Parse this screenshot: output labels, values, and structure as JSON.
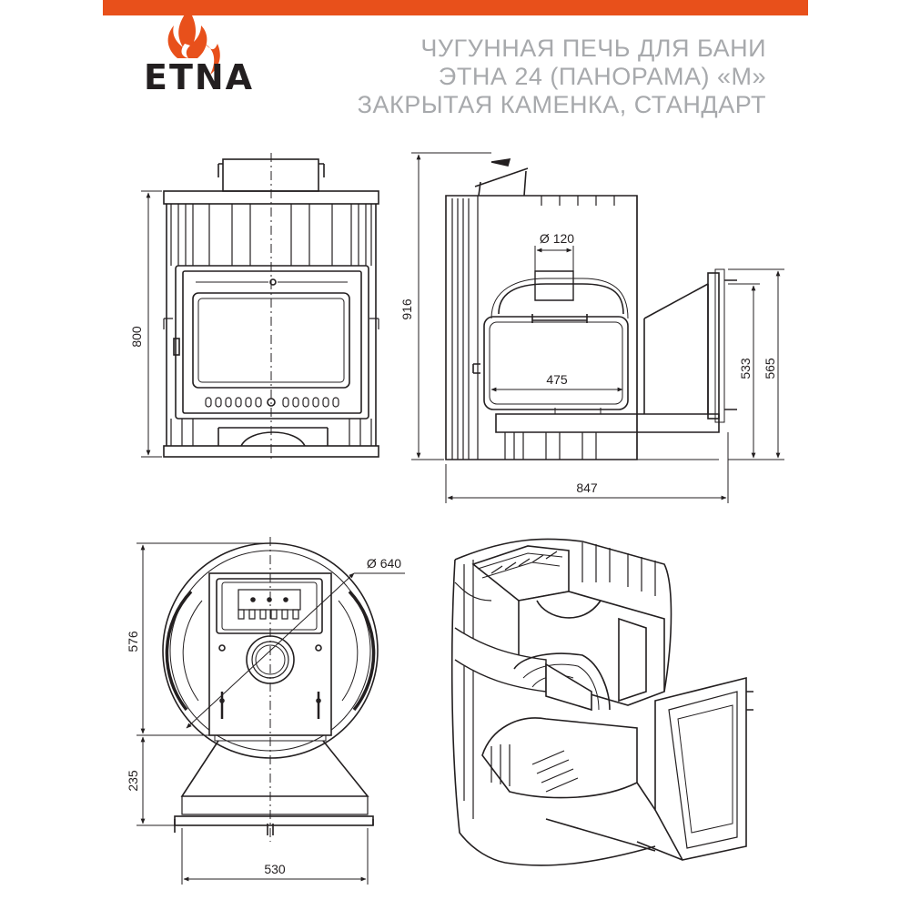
{
  "brand": {
    "name": "ETNA",
    "accent_color": "#e8501b",
    "text_color": "#231f20"
  },
  "title": {
    "line1": "ЧУГУННАЯ ПЕЧЬ ДЛЯ БАНИ",
    "line2": "ЭТНА 24 (ПАНОРАМА) «М»",
    "line3": "ЗАКРЫТАЯ КАМЕНКА, СТАНДАРТ",
    "color": "#a7a9ac"
  },
  "dimensions": {
    "front_height": "800",
    "side_height": "916",
    "chimney_diameter": "Ø 120",
    "body_width": "475",
    "door_height_inner": "533",
    "door_height_outer": "565",
    "side_depth": "847",
    "top_diameter": "Ø 640",
    "top_depth": "576",
    "tunnel_depth": "235",
    "tunnel_width": "530"
  },
  "views": {
    "front": "front-view",
    "side": "side-view",
    "top": "top-view",
    "iso": "isometric-cutaway-view"
  }
}
